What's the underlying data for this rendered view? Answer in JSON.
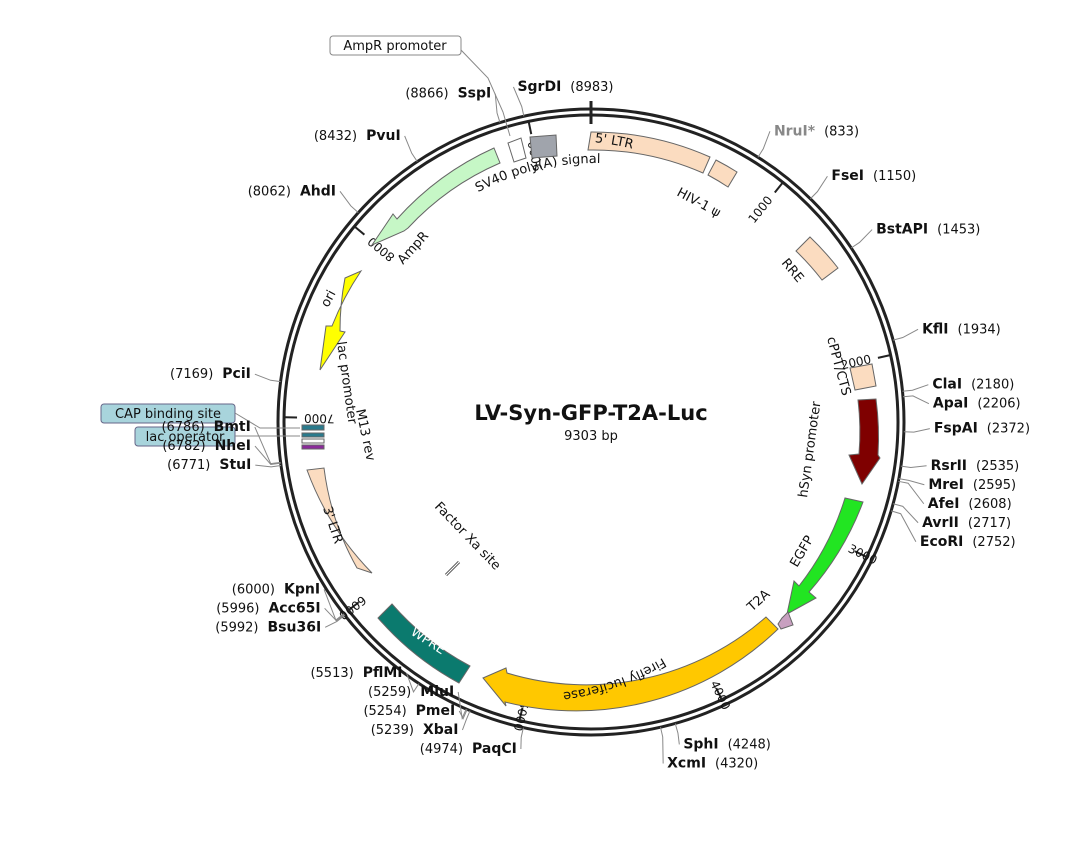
{
  "plasmid": {
    "name": "LV-Syn-GFP-T2A-Luc",
    "size_label": "9303 bp",
    "length": 9303
  },
  "ticks": [
    {
      "pos": 1000,
      "label": "1000"
    },
    {
      "pos": 2000,
      "label": "2000"
    },
    {
      "pos": 3000,
      "label": "3000"
    },
    {
      "pos": 4000,
      "label": "4000"
    },
    {
      "pos": 5000,
      "label": "5000"
    },
    {
      "pos": 6000,
      "label": "6000"
    },
    {
      "pos": 7000,
      "label": "7000"
    },
    {
      "pos": 8000,
      "label": "8000"
    },
    {
      "pos": 9000,
      "label": "9000"
    }
  ],
  "sites": [
    {
      "name": "SgrDI",
      "pos_label": "(8983)",
      "pos": 8983,
      "side": "right"
    },
    {
      "name": "NruI*",
      "pos_label": "(833)",
      "pos": 833,
      "side": "right",
      "muted": true
    },
    {
      "name": "FseI",
      "pos_label": "(1150)",
      "pos": 1150,
      "side": "right"
    },
    {
      "name": "BstAPI",
      "pos_label": "(1453)",
      "pos": 1453,
      "side": "right"
    },
    {
      "name": "KflI",
      "pos_label": "(1934)",
      "pos": 1934,
      "side": "right"
    },
    {
      "name": "ClaI",
      "pos_label": "(2180)",
      "pos": 2180,
      "side": "right"
    },
    {
      "name": "ApaI",
      "pos_label": "(2206)",
      "pos": 2206,
      "side": "right"
    },
    {
      "name": "FspAI",
      "pos_label": "(2372)",
      "pos": 2372,
      "side": "right"
    },
    {
      "name": "RsrII",
      "pos_label": "(2535)",
      "pos": 2535,
      "side": "right"
    },
    {
      "name": "MreI",
      "pos_label": "(2595)",
      "pos": 2595,
      "side": "right"
    },
    {
      "name": "AfeI",
      "pos_label": "(2608)",
      "pos": 2608,
      "side": "right"
    },
    {
      "name": "AvrII",
      "pos_label": "(2717)",
      "pos": 2717,
      "side": "right"
    },
    {
      "name": "EcoRI",
      "pos_label": "(2752)",
      "pos": 2752,
      "side": "right"
    },
    {
      "name": "SphI",
      "pos_label": "(4248)",
      "pos": 4248,
      "side": "right"
    },
    {
      "name": "XcmI",
      "pos_label": "(4320)",
      "pos": 4320,
      "side": "right"
    },
    {
      "name": "PaqCI",
      "pos_label": "(4974)",
      "pos": 4974,
      "side": "left"
    },
    {
      "name": "XbaI",
      "pos_label": "(5239)",
      "pos": 5239,
      "side": "left"
    },
    {
      "name": "PmeI",
      "pos_label": "(5254)",
      "pos": 5254,
      "side": "left"
    },
    {
      "name": "MluI",
      "pos_label": "(5259)",
      "pos": 5259,
      "side": "left"
    },
    {
      "name": "PflMI",
      "pos_label": "(5513)",
      "pos": 5513,
      "side": "left"
    },
    {
      "name": "Bsu36I",
      "pos_label": "(5992)",
      "pos": 5992,
      "side": "left"
    },
    {
      "name": "Acc65I",
      "pos_label": "(5996)",
      "pos": 5996,
      "side": "left"
    },
    {
      "name": "KpnI",
      "pos_label": "(6000)",
      "pos": 6000,
      "side": "left"
    },
    {
      "name": "StuI",
      "pos_label": "(6771)",
      "pos": 6771,
      "side": "left"
    },
    {
      "name": "NheI",
      "pos_label": "(6782)",
      "pos": 6782,
      "side": "left"
    },
    {
      "name": "BmtI",
      "pos_label": "(6786)",
      "pos": 6786,
      "side": "left"
    },
    {
      "name": "PciI",
      "pos_label": "(7169)",
      "pos": 7169,
      "side": "left"
    },
    {
      "name": "AhdI",
      "pos_label": "(8062)",
      "pos": 8062,
      "side": "left"
    },
    {
      "name": "PvuI",
      "pos_label": "(8432)",
      "pos": 8432,
      "side": "left"
    },
    {
      "name": "SspI",
      "pos_label": "(8866)",
      "pos": 8866,
      "side": "left"
    }
  ],
  "boxed_labels": [
    {
      "text": "AmpR promoter",
      "style": "outline"
    },
    {
      "text": "CAP binding site",
      "style": "filled"
    },
    {
      "text": "lac operator",
      "style": "filled"
    }
  ],
  "features": [
    {
      "name": "5' LTR",
      "color": "#fbdcc0"
    },
    {
      "name": "HIV-1 ψ",
      "color": "#fbdcc0"
    },
    {
      "name": "RRE",
      "color": "#fbdcc0"
    },
    {
      "name": "cPPT/CTS",
      "color": "#fbdcc0"
    },
    {
      "name": "hSyn promoter",
      "color": "#7f0000"
    },
    {
      "name": "EGFP",
      "color": "#22e522"
    },
    {
      "name": "T2A",
      "color": "#c8a0c0"
    },
    {
      "name": "Firefly luciferase",
      "color": "#ffc800"
    },
    {
      "name": "WPRE",
      "color": "#0b7a6e"
    },
    {
      "name": "Factor Xa site",
      "color": "#ffffff"
    },
    {
      "name": "3' LTR",
      "color": "#fbdcc0"
    },
    {
      "name": "M13 rev",
      "color": "#2a7a8c"
    },
    {
      "name": "lac promoter",
      "color": "#ffffff"
    },
    {
      "name": "ori",
      "color": "#ffff00"
    },
    {
      "name": "AmpR",
      "color": "#c6f7c6"
    },
    {
      "name": "SV40 poly(A) signal",
      "color": "#a0a4ac"
    }
  ]
}
